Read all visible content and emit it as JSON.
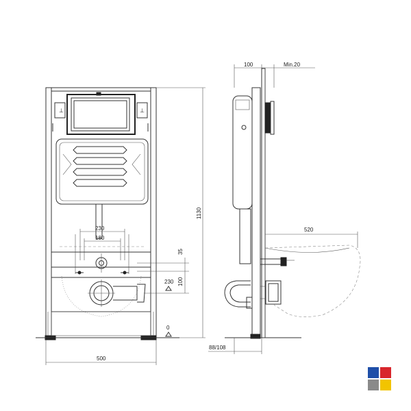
{
  "dimensions": {
    "side_depth": "100",
    "side_min_gap": "Min.20",
    "total_height": "1130",
    "front_width": "500",
    "outlet_spacing_outer": "230",
    "outlet_spacing_inner": "180",
    "rod_offset": "35",
    "pipe_height": "230",
    "pipe_offset": "100",
    "floor_level": "0",
    "bowl_projection": "520",
    "floor_to_wall": "88/108"
  },
  "logo": {
    "colors": [
      "#1f4fa8",
      "#d8262c",
      "#8a8a8a",
      "#f2c400"
    ]
  }
}
